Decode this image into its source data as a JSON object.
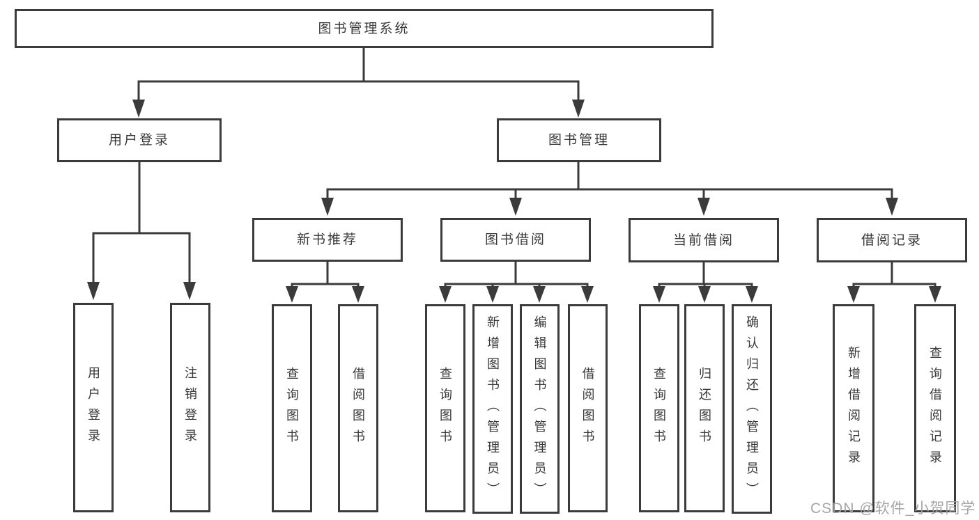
{
  "diagram": {
    "line_color": "#3b3b3b",
    "text_color": "#383838",
    "tree": {
      "root": {
        "label": "图书管理系统"
      },
      "branches": [
        {
          "label": "用户登录",
          "leaves": [
            "用户登录",
            "注销登录"
          ]
        },
        {
          "label": "图书管理",
          "groups": [
            {
              "label": "新书推荐",
              "leaves": [
                "查询图书",
                "借阅图书"
              ]
            },
            {
              "label": "图书借阅",
              "leaves": [
                "查询图书",
                "新增图书（管理员）",
                "编辑图书（管理员）",
                "借阅图书"
              ]
            },
            {
              "label": "当前借阅",
              "leaves": [
                "查询图书",
                "归还图书",
                "确认归还（管理员）"
              ]
            },
            {
              "label": "借阅记录",
              "leaves": [
                "新增借阅记录",
                "查询借阅记录"
              ]
            }
          ]
        }
      ]
    }
  },
  "watermark": {
    "text": "CSDN @软件_小贺同学",
    "color": "#a6a6a6"
  }
}
